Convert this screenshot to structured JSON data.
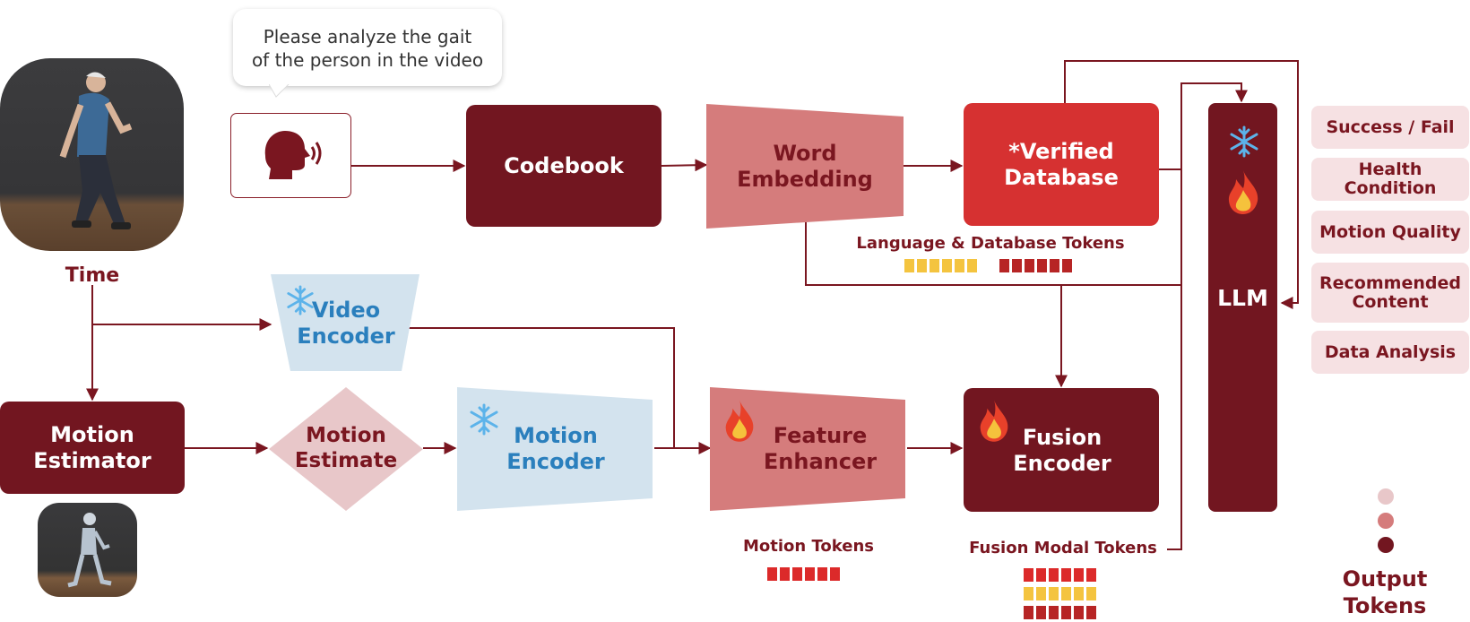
{
  "prompt": {
    "line1": "Please analyze the gait",
    "line2": "of the person in the video"
  },
  "labels": {
    "time": "Time",
    "codebook": "Codebook",
    "word_embedding_1": "Word",
    "word_embedding_2": "Embedding",
    "verified_db_1": "*Verified",
    "verified_db_2": "Database",
    "video_encoder_1": "Video",
    "video_encoder_2": "Encoder",
    "motion_estimator_1": "Motion",
    "motion_estimator_2": "Estimator",
    "motion_estimate_1": "Motion",
    "motion_estimate_2": "Estimate",
    "motion_encoder_1": "Motion",
    "motion_encoder_2": "Encoder",
    "feature_enhancer_1": "Feature",
    "feature_enhancer_2": "Enhancer",
    "fusion_encoder_1": "Fusion",
    "fusion_encoder_2": "Encoder",
    "llm": "LLM",
    "lang_db_tokens": "Language & Database Tokens",
    "motion_tokens": "Motion Tokens",
    "fusion_modal_tokens": "Fusion Modal Tokens",
    "output_tokens_1": "Output",
    "output_tokens_2": "Tokens"
  },
  "outputs": [
    "Success / Fail",
    "Health Condition",
    "Motion Quality",
    "Recommended Content",
    "Data Analysis"
  ],
  "icons": [
    "speaking-head-icon",
    "snowflake-icon",
    "flame-icon",
    "person-walking-photo",
    "skeleton-walking-photo"
  ],
  "colors": {
    "dark_red": "#721620",
    "bright_red": "#d63131",
    "pink": "#d57c7c",
    "light_pink": "#e8c7c9",
    "light_blue": "#d3e3ee",
    "blue_text": "#2a7fbd",
    "token_yellow": "#f4c43f",
    "token_red": "#dc2a2a",
    "token_dark": "#b72525"
  }
}
